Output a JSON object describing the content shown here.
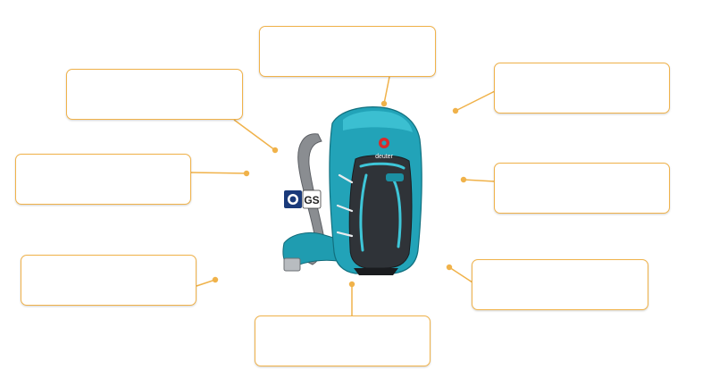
{
  "diagram": {
    "accent_color": "#f0b24a",
    "labels": [
      {
        "id": "label-top",
        "text": ""
      },
      {
        "id": "label-upper-left",
        "text": ""
      },
      {
        "id": "label-upper-right",
        "text": ""
      },
      {
        "id": "label-mid-left",
        "text": ""
      },
      {
        "id": "label-mid-right",
        "text": ""
      },
      {
        "id": "label-lower-left",
        "text": ""
      },
      {
        "id": "label-lower-right",
        "text": ""
      },
      {
        "id": "label-bottom",
        "text": ""
      }
    ],
    "product": {
      "brand_logo": "deuter",
      "certification_mark": "GS"
    },
    "icons": [
      "backpack-image",
      "certification-badge-icon",
      "gs-mark-icon",
      "callout-dot-icon"
    ]
  }
}
